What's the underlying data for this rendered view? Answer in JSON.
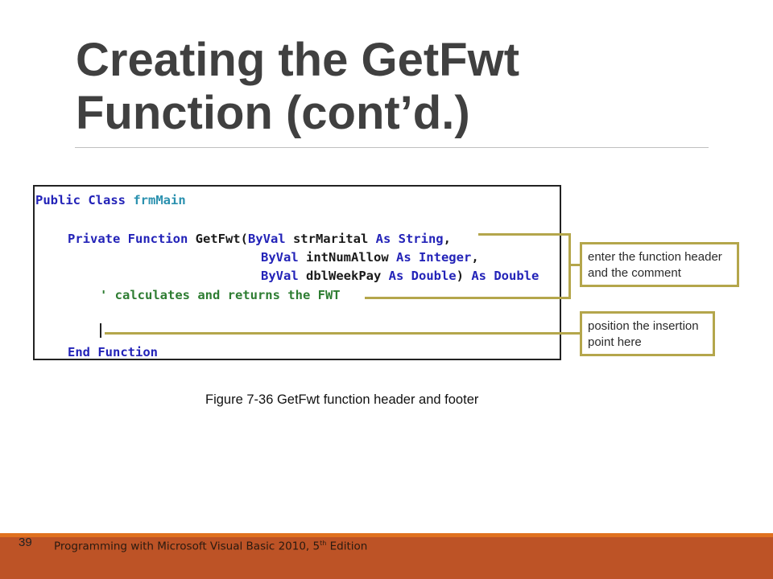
{
  "slide": {
    "title_line1": "Creating the GetFwt",
    "title_line2": "Function (cont’d.)",
    "page_number": "39",
    "footer_pre": "Programming with Microsoft Visual Basic 2010, 5",
    "footer_sup": "th",
    "footer_post": " Edition",
    "caption": "Figure 7-36 GetFwt function header and footer"
  },
  "code": {
    "line1": {
      "kw1": "Public Class ",
      "cls": "frmMain"
    },
    "line2": {
      "kw1": "Private Function ",
      "id1": "GetFwt(",
      "kw2": "ByVal ",
      "id2": "strMarital ",
      "kw3": "As String",
      "id3": ","
    },
    "line3": {
      "kw1": "ByVal ",
      "id1": "intNumAllow ",
      "kw2": "As Integer",
      "id2": ","
    },
    "line4": {
      "kw1": "ByVal ",
      "id1": "dblWeekPay ",
      "kw2": "As Double",
      "id2": ") ",
      "kw3": "As Double"
    },
    "line5": {
      "comment": "' calculates and returns the FWT"
    },
    "line7": {
      "kw1": "End Function"
    }
  },
  "callouts": {
    "header": "enter the function header and the comment",
    "cursor": "position the insertion point here"
  },
  "colors": {
    "keyword": "#2323b8",
    "class_name": "#2b91af",
    "comment": "#2e7d32",
    "callout_border": "#b4a64b",
    "footer_bar": "#bd5326",
    "footer_accent": "#e0711f"
  }
}
